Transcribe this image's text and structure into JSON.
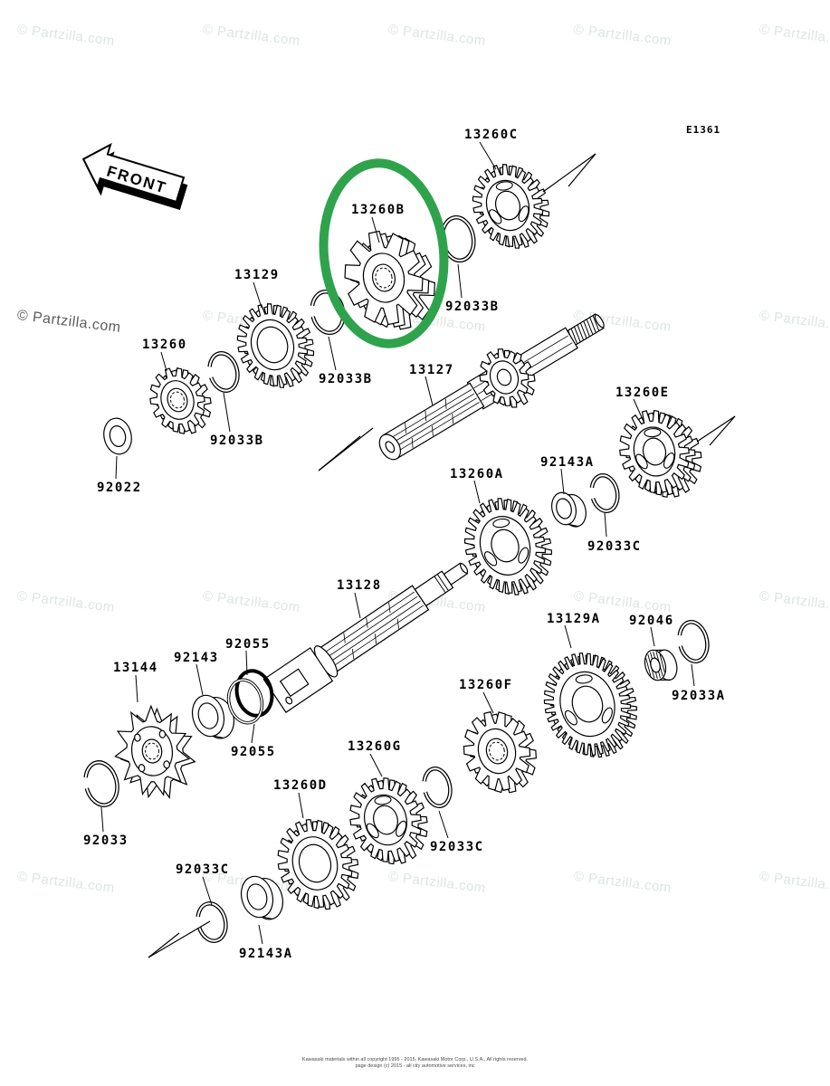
{
  "watermark_text": "© Partzilla.com",
  "front_label": "FRONT",
  "diagram_code": "E1361",
  "highlight_color": "#2fa34c",
  "labels": {
    "l13260C": "13260C",
    "l13260B": "13260B",
    "l13129": "13129",
    "l13260": "13260",
    "l92033B_left": "92033B",
    "l92022": "92022",
    "l92033B_mid": "92033B",
    "l92033B_right": "92033B",
    "l13127": "13127",
    "l13260E": "13260E",
    "l13260A": "13260A",
    "l92143A_top": "92143A",
    "l92033C_top": "92033C",
    "l13128": "13128",
    "l92055_top": "92055",
    "l92143": "92143",
    "l13144": "13144",
    "l92055_bottom": "92055",
    "l92033": "92033",
    "l13260D": "13260D",
    "l13260G": "13260G",
    "l92033C_mid": "92033C",
    "l13260F": "13260F",
    "l13129A": "13129A",
    "l92046": "92046",
    "l92033A": "92033A",
    "l92033C_bottom": "92033C",
    "l92143A_bottom": "92143A"
  },
  "footer": {
    "line1": "Kawasaki materials within all copyright 1995 - 2015, Kawasaki Motor Corp., U.S.A., All rights reserved.",
    "line2": "page design (c) 2015 - all city automotive services, inc"
  }
}
